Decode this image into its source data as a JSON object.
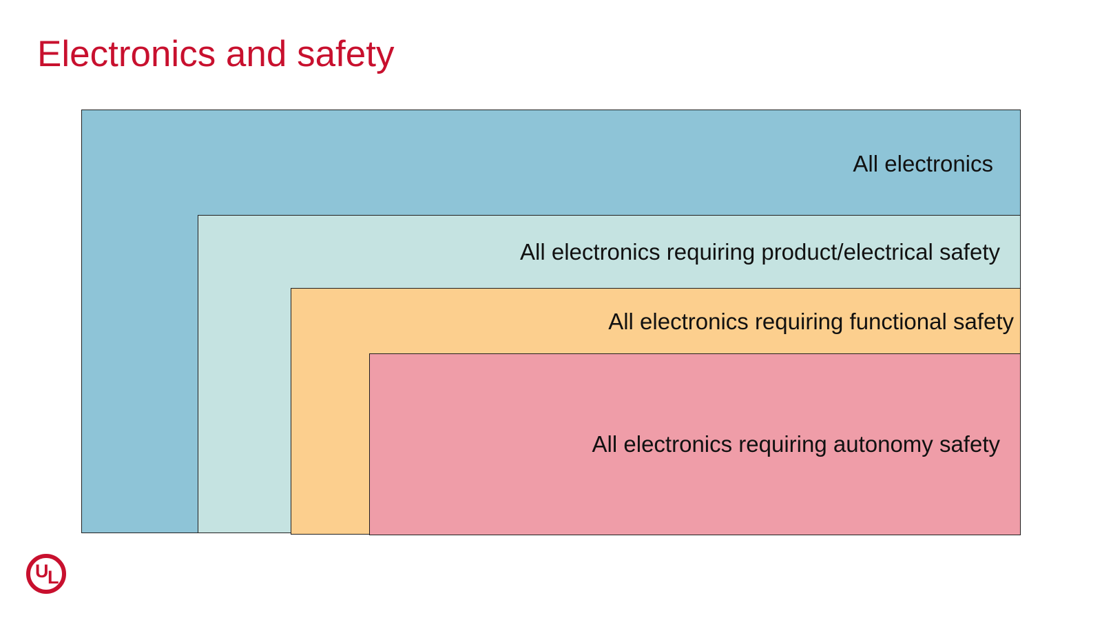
{
  "slide": {
    "title": "Electronics and safety",
    "title_color": "#C8102E",
    "background_color": "#FFFFFF"
  },
  "diagram": {
    "type": "nested-rectangles",
    "border_color": "#1F1F1F",
    "label_color": "#111111",
    "boxes": [
      {
        "id": "all-electronics",
        "label": "All electronics",
        "fill": "#8EC4D7"
      },
      {
        "id": "product-electrical-safety",
        "label": "All electronics requiring product/electrical safety",
        "fill": "#C5E3E1"
      },
      {
        "id": "functional-safety",
        "label": "All electronics requiring functional safety",
        "fill": "#FCCF8E"
      },
      {
        "id": "autonomy-safety",
        "label": "All electronics requiring autonomy safety",
        "fill": "#EF9DA8"
      }
    ]
  },
  "logo": {
    "name": "UL logo",
    "letters": [
      "U",
      "L"
    ],
    "color": "#C8102E"
  }
}
